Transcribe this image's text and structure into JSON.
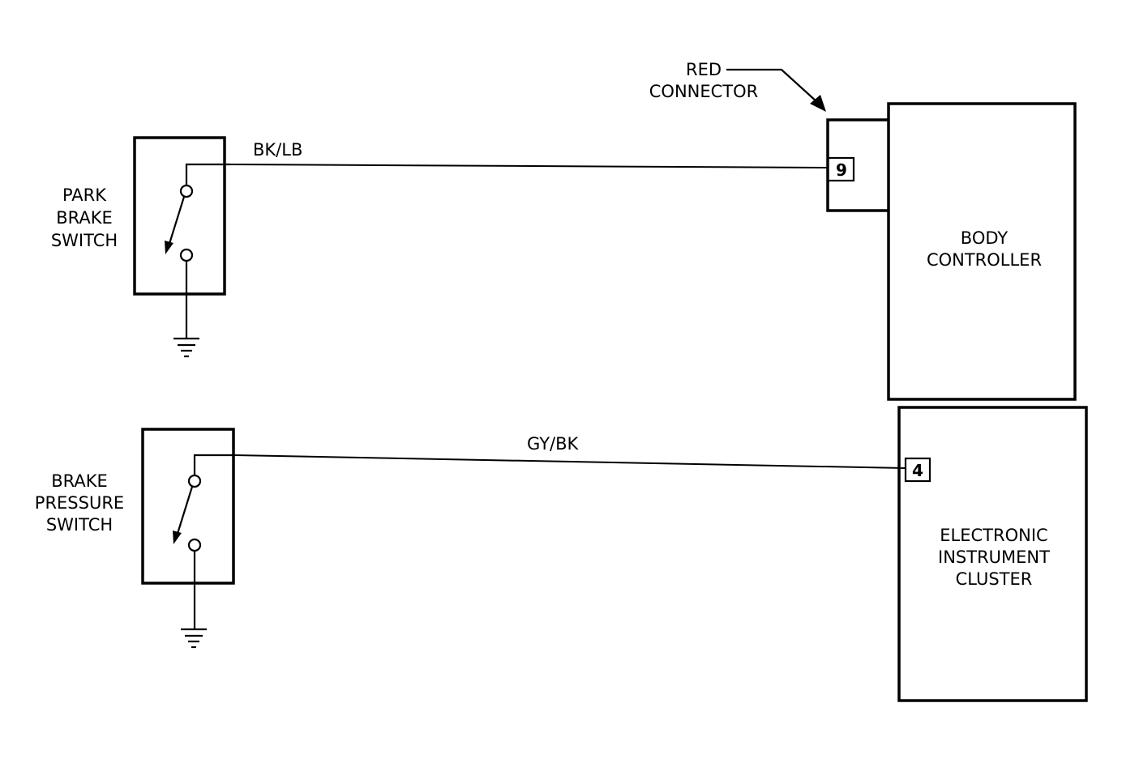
{
  "components": {
    "park_brake_switch": {
      "lines": [
        "PARK",
        "BRAKE",
        "SWITCH"
      ]
    },
    "brake_pressure_switch": {
      "lines": [
        "BRAKE",
        "PRESSURE",
        "SWITCH"
      ]
    },
    "body_controller": {
      "lines": [
        "BODY",
        "CONTROLLER"
      ]
    },
    "instrument_cluster": {
      "lines": [
        "ELECTRONIC",
        "INSTRUMENT",
        "CLUSTER"
      ]
    }
  },
  "connector": {
    "lines": [
      "RED",
      "CONNECTOR"
    ]
  },
  "wires": {
    "park_brake": {
      "color_code": "BK/LB",
      "pin": "9"
    },
    "brake_pressure": {
      "color_code": "GY/BK",
      "pin": "4"
    }
  }
}
